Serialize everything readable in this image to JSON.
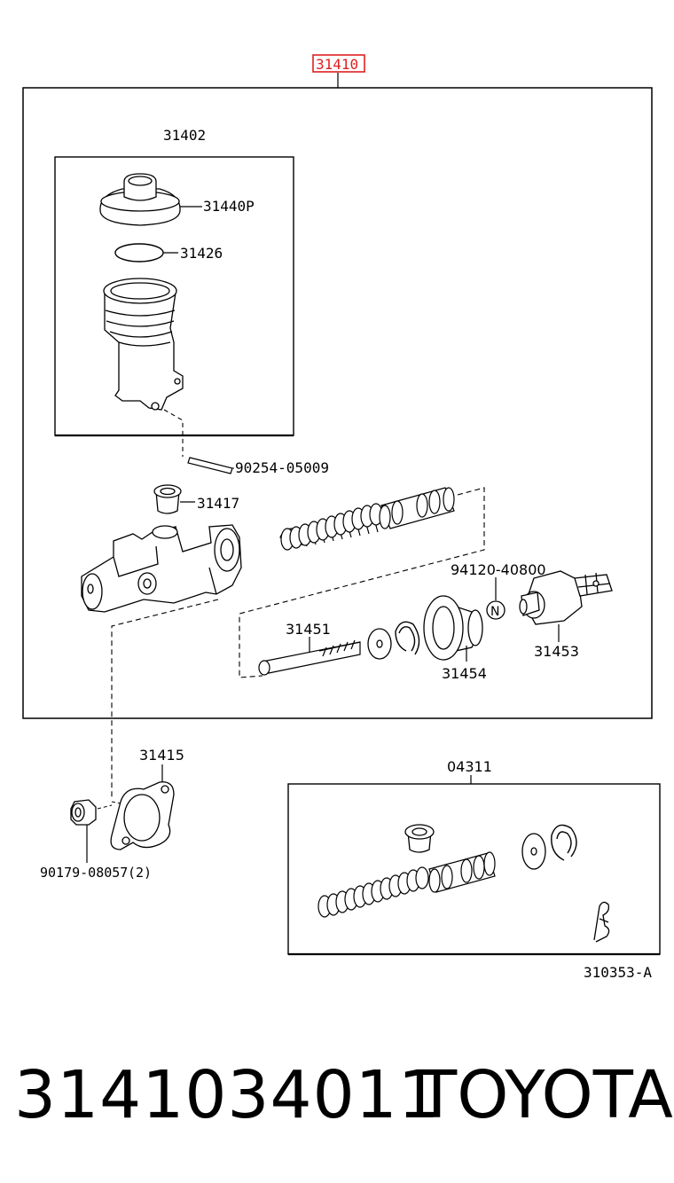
{
  "labels": {
    "assembly": "31410",
    "reservoir_set": "31402",
    "cap": "31440P",
    "gasket": "31426",
    "pin": "90254-05009",
    "grommet": "31417",
    "nut_spec": "94120-40800",
    "nut_symbol": "N",
    "push_rod": "31451",
    "boot": "31454",
    "clevis": "31453",
    "cover": "31415",
    "nut": "90179-08057",
    "nut_qty": "(2)",
    "repair_kit": "04311",
    "illustration_code": "310353-A"
  },
  "footer": {
    "part_number": "3141034011",
    "brand": "TOYOTA"
  },
  "colors": {
    "highlight": "#e02020",
    "line": "#000000"
  }
}
